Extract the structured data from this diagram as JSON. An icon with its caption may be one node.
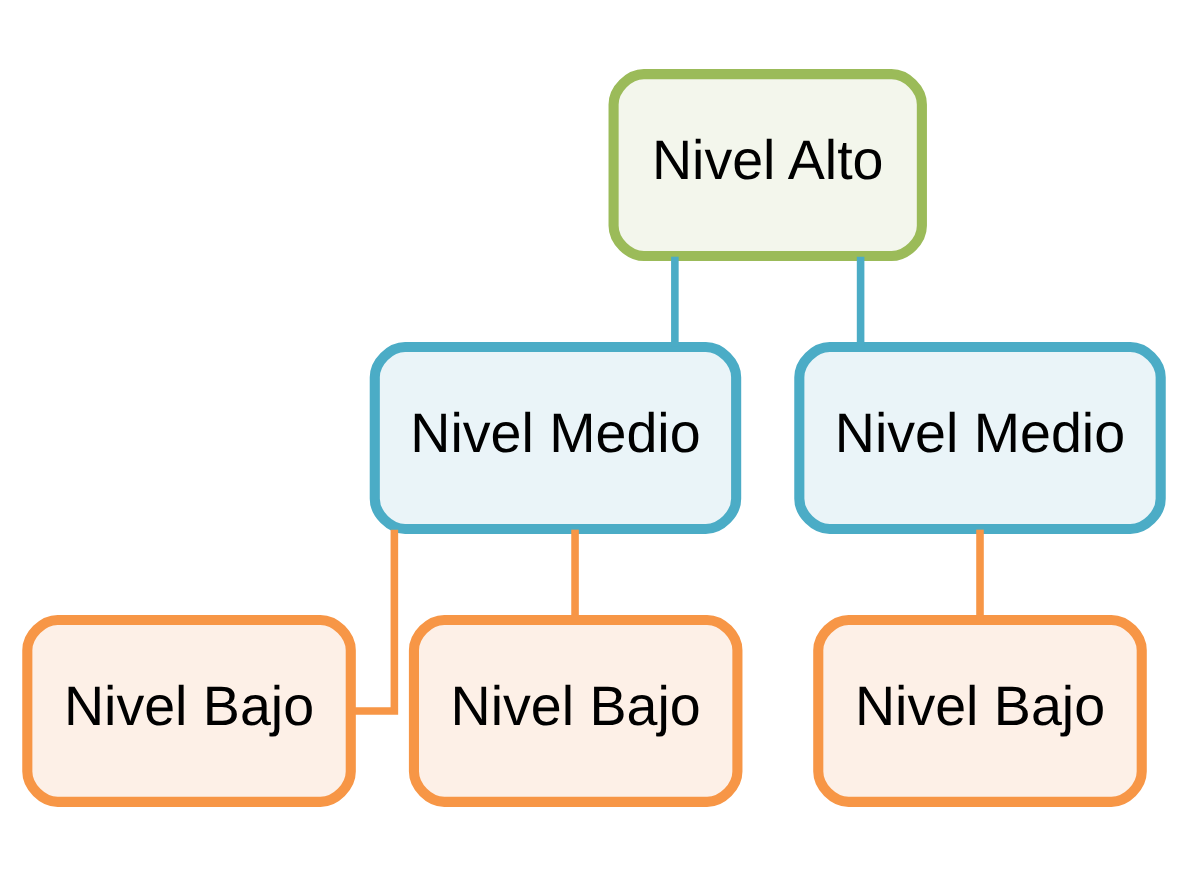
{
  "diagram": {
    "nodes": [
      {
        "text": [
          "Nivel Alto"
        ]
      },
      {
        "text": [
          "Nivel Medio"
        ]
      },
      {
        "text": [
          "Nivel Medio"
        ]
      },
      {
        "text": [
          "Nivel Bajo"
        ]
      },
      {
        "text": [
          "Nivel Bajo"
        ]
      },
      {
        "text": [
          "Nivel Bajo"
        ]
      }
    ],
    "edges": [
      {
        "from": 0,
        "to": 1,
        "arrow": "none",
        "color": "#4bacc6"
      },
      {
        "from": 0,
        "to": 2,
        "arrow": "none",
        "color": "#4bacc6"
      },
      {
        "from": 1,
        "to": 3,
        "arrow": "none"
      },
      {
        "from": 1,
        "to": 4,
        "arrow": "none"
      },
      {
        "from": 2,
        "to": 5,
        "arrow": "none"
      }
    ]
  }
}
